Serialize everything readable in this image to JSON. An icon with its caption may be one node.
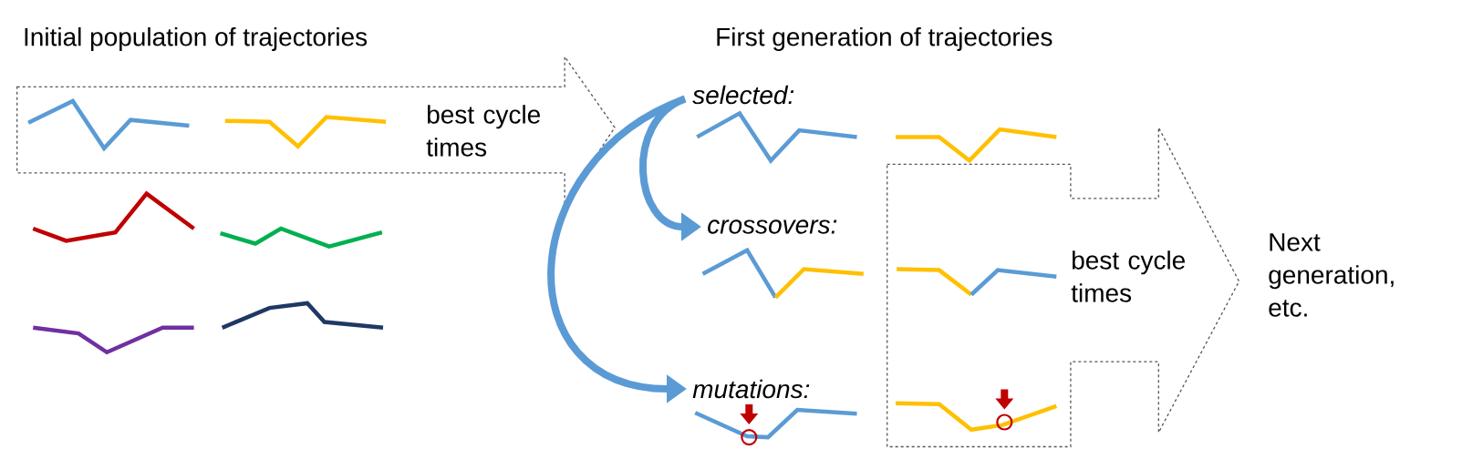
{
  "diagram": {
    "nodes": [
      {
        "text": [
          "best cycle times"
        ]
      },
      {
        "text": [
          "best cycle times"
        ]
      },
      {
        "text": [
          "selected:"
        ]
      },
      {
        "text": [
          "crossovers:"
        ]
      },
      {
        "text": [
          "mutations:"
        ]
      }
    ],
    "edges": [
      {
        "from": 2,
        "to": 3,
        "arrow": "to"
      },
      {
        "from": 2,
        "to": 4,
        "arrow": "to"
      }
    ],
    "labels": [
      "Initial population of trajectories",
      "First generation of trajectories",
      "Next generation, etc."
    ]
  }
}
